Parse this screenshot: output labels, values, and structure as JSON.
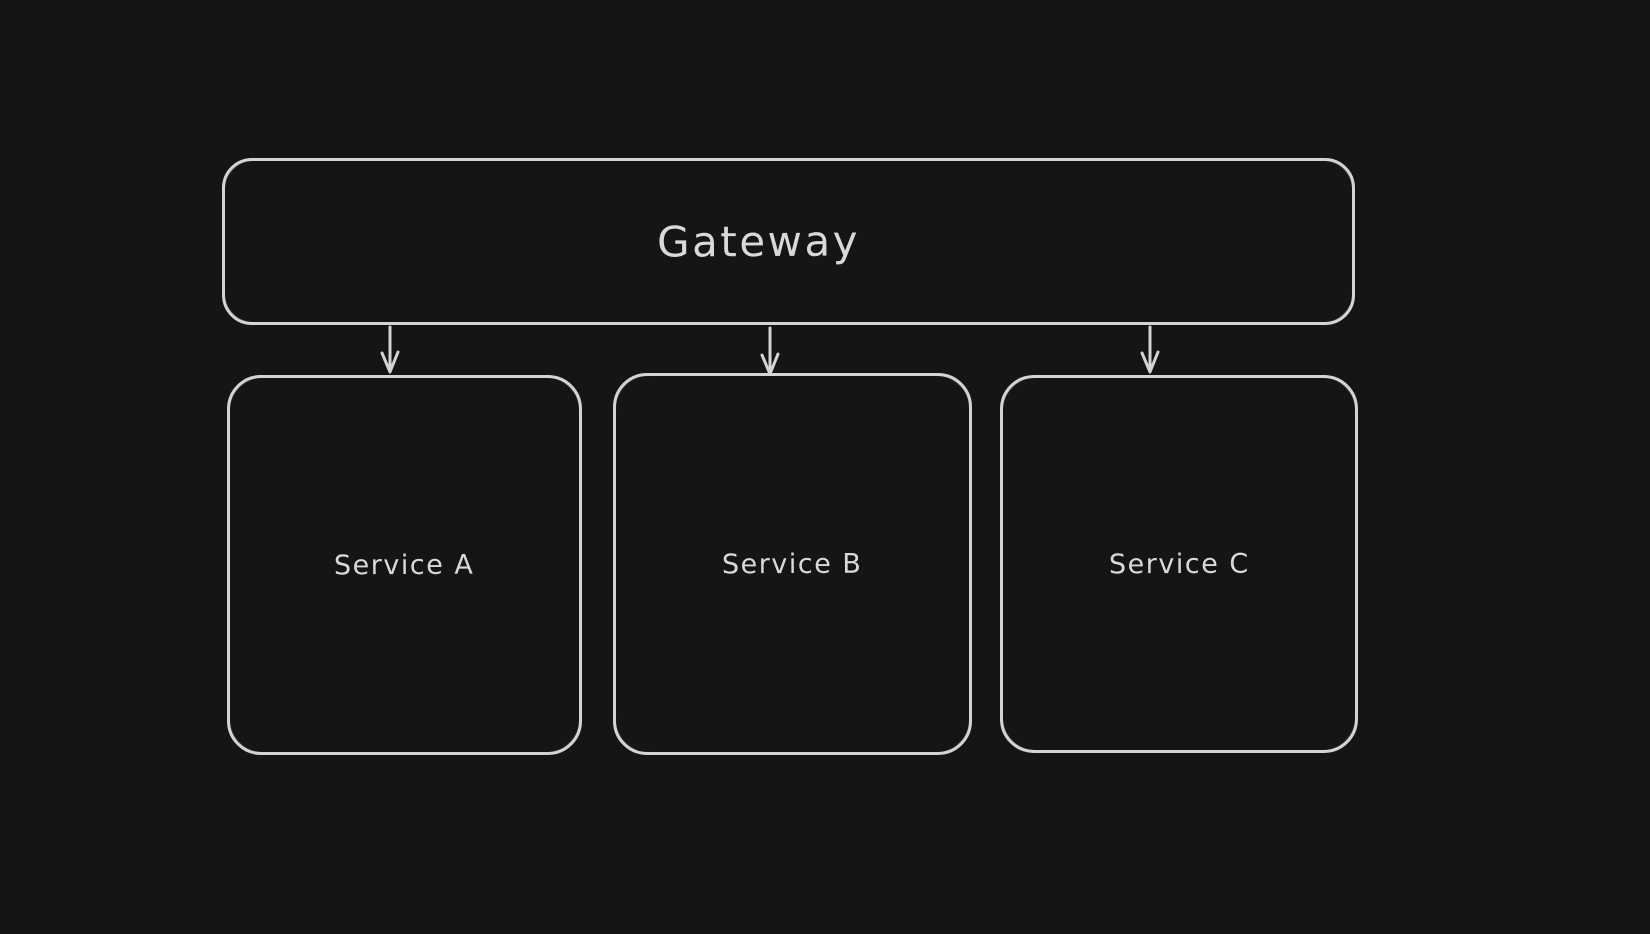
{
  "diagram": {
    "nodes": {
      "gateway": {
        "label": "Gateway"
      },
      "service_a": {
        "label": "Service A"
      },
      "service_b": {
        "label": "Service B"
      },
      "service_c": {
        "label": "Service C"
      }
    },
    "edges": [
      {
        "from": "Gateway",
        "to": "Service A",
        "direction": "down"
      },
      {
        "from": "Gateway",
        "to": "Service B",
        "direction": "down"
      },
      {
        "from": "Gateway",
        "to": "Service C",
        "direction": "down"
      }
    ],
    "colors": {
      "background": "#151515",
      "stroke": "#d4d4d4",
      "text": "#d9d9d9"
    }
  }
}
